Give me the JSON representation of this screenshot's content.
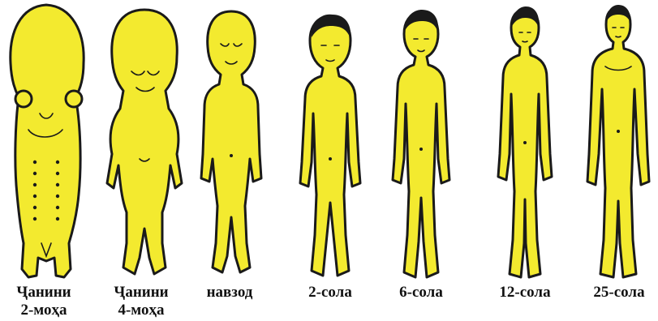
{
  "figures": [
    {
      "label_line1": "Ҷанини",
      "label_line2": "2-моҳа"
    },
    {
      "label_line1": "Ҷанини",
      "label_line2": "4-моҳа"
    },
    {
      "label_line1": "навзод",
      "label_line2": ""
    },
    {
      "label_line1": "2-сола",
      "label_line2": ""
    },
    {
      "label_line1": "6-сола",
      "label_line2": ""
    },
    {
      "label_line1": "12-сола",
      "label_line2": ""
    },
    {
      "label_line1": "25-сола",
      "label_line2": ""
    }
  ],
  "colors": {
    "skin": "#f3ea2f",
    "outline": "#1a1a1a"
  }
}
